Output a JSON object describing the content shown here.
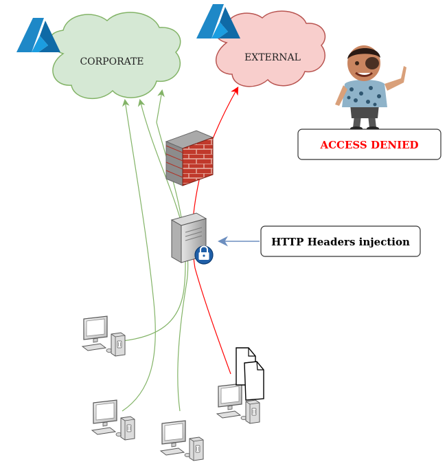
{
  "clouds": {
    "corporate": {
      "label": "CORPORATE",
      "fill": "#d5e8d4",
      "stroke": "#82b366",
      "icon": "azure-logo-icon"
    },
    "external": {
      "label": "EXTERNAL",
      "fill": "#f8cecc",
      "stroke": "#b85450",
      "icon": "azure-logo-icon"
    }
  },
  "callouts": {
    "access_denied": {
      "text": "ACCESS DENIED",
      "color": "#ff0000"
    },
    "http_headers": {
      "text": "HTTP Headers injection",
      "color": "#000000"
    }
  },
  "nodes": {
    "firewall": {
      "icon": "firewall-icon"
    },
    "proxy": {
      "icon": "secure-server-icon"
    },
    "attacker": {
      "icon": "attacker-person-icon"
    },
    "documents": {
      "icon": "documents-icon"
    },
    "workstations": {
      "icon": "workstation-icon",
      "count": 4
    }
  },
  "colors": {
    "allowed_link": "#82b366",
    "denied_link": "#ff0000",
    "annotation_arrow": "#6c8ebf",
    "azure_blue": "#1e88c7"
  }
}
